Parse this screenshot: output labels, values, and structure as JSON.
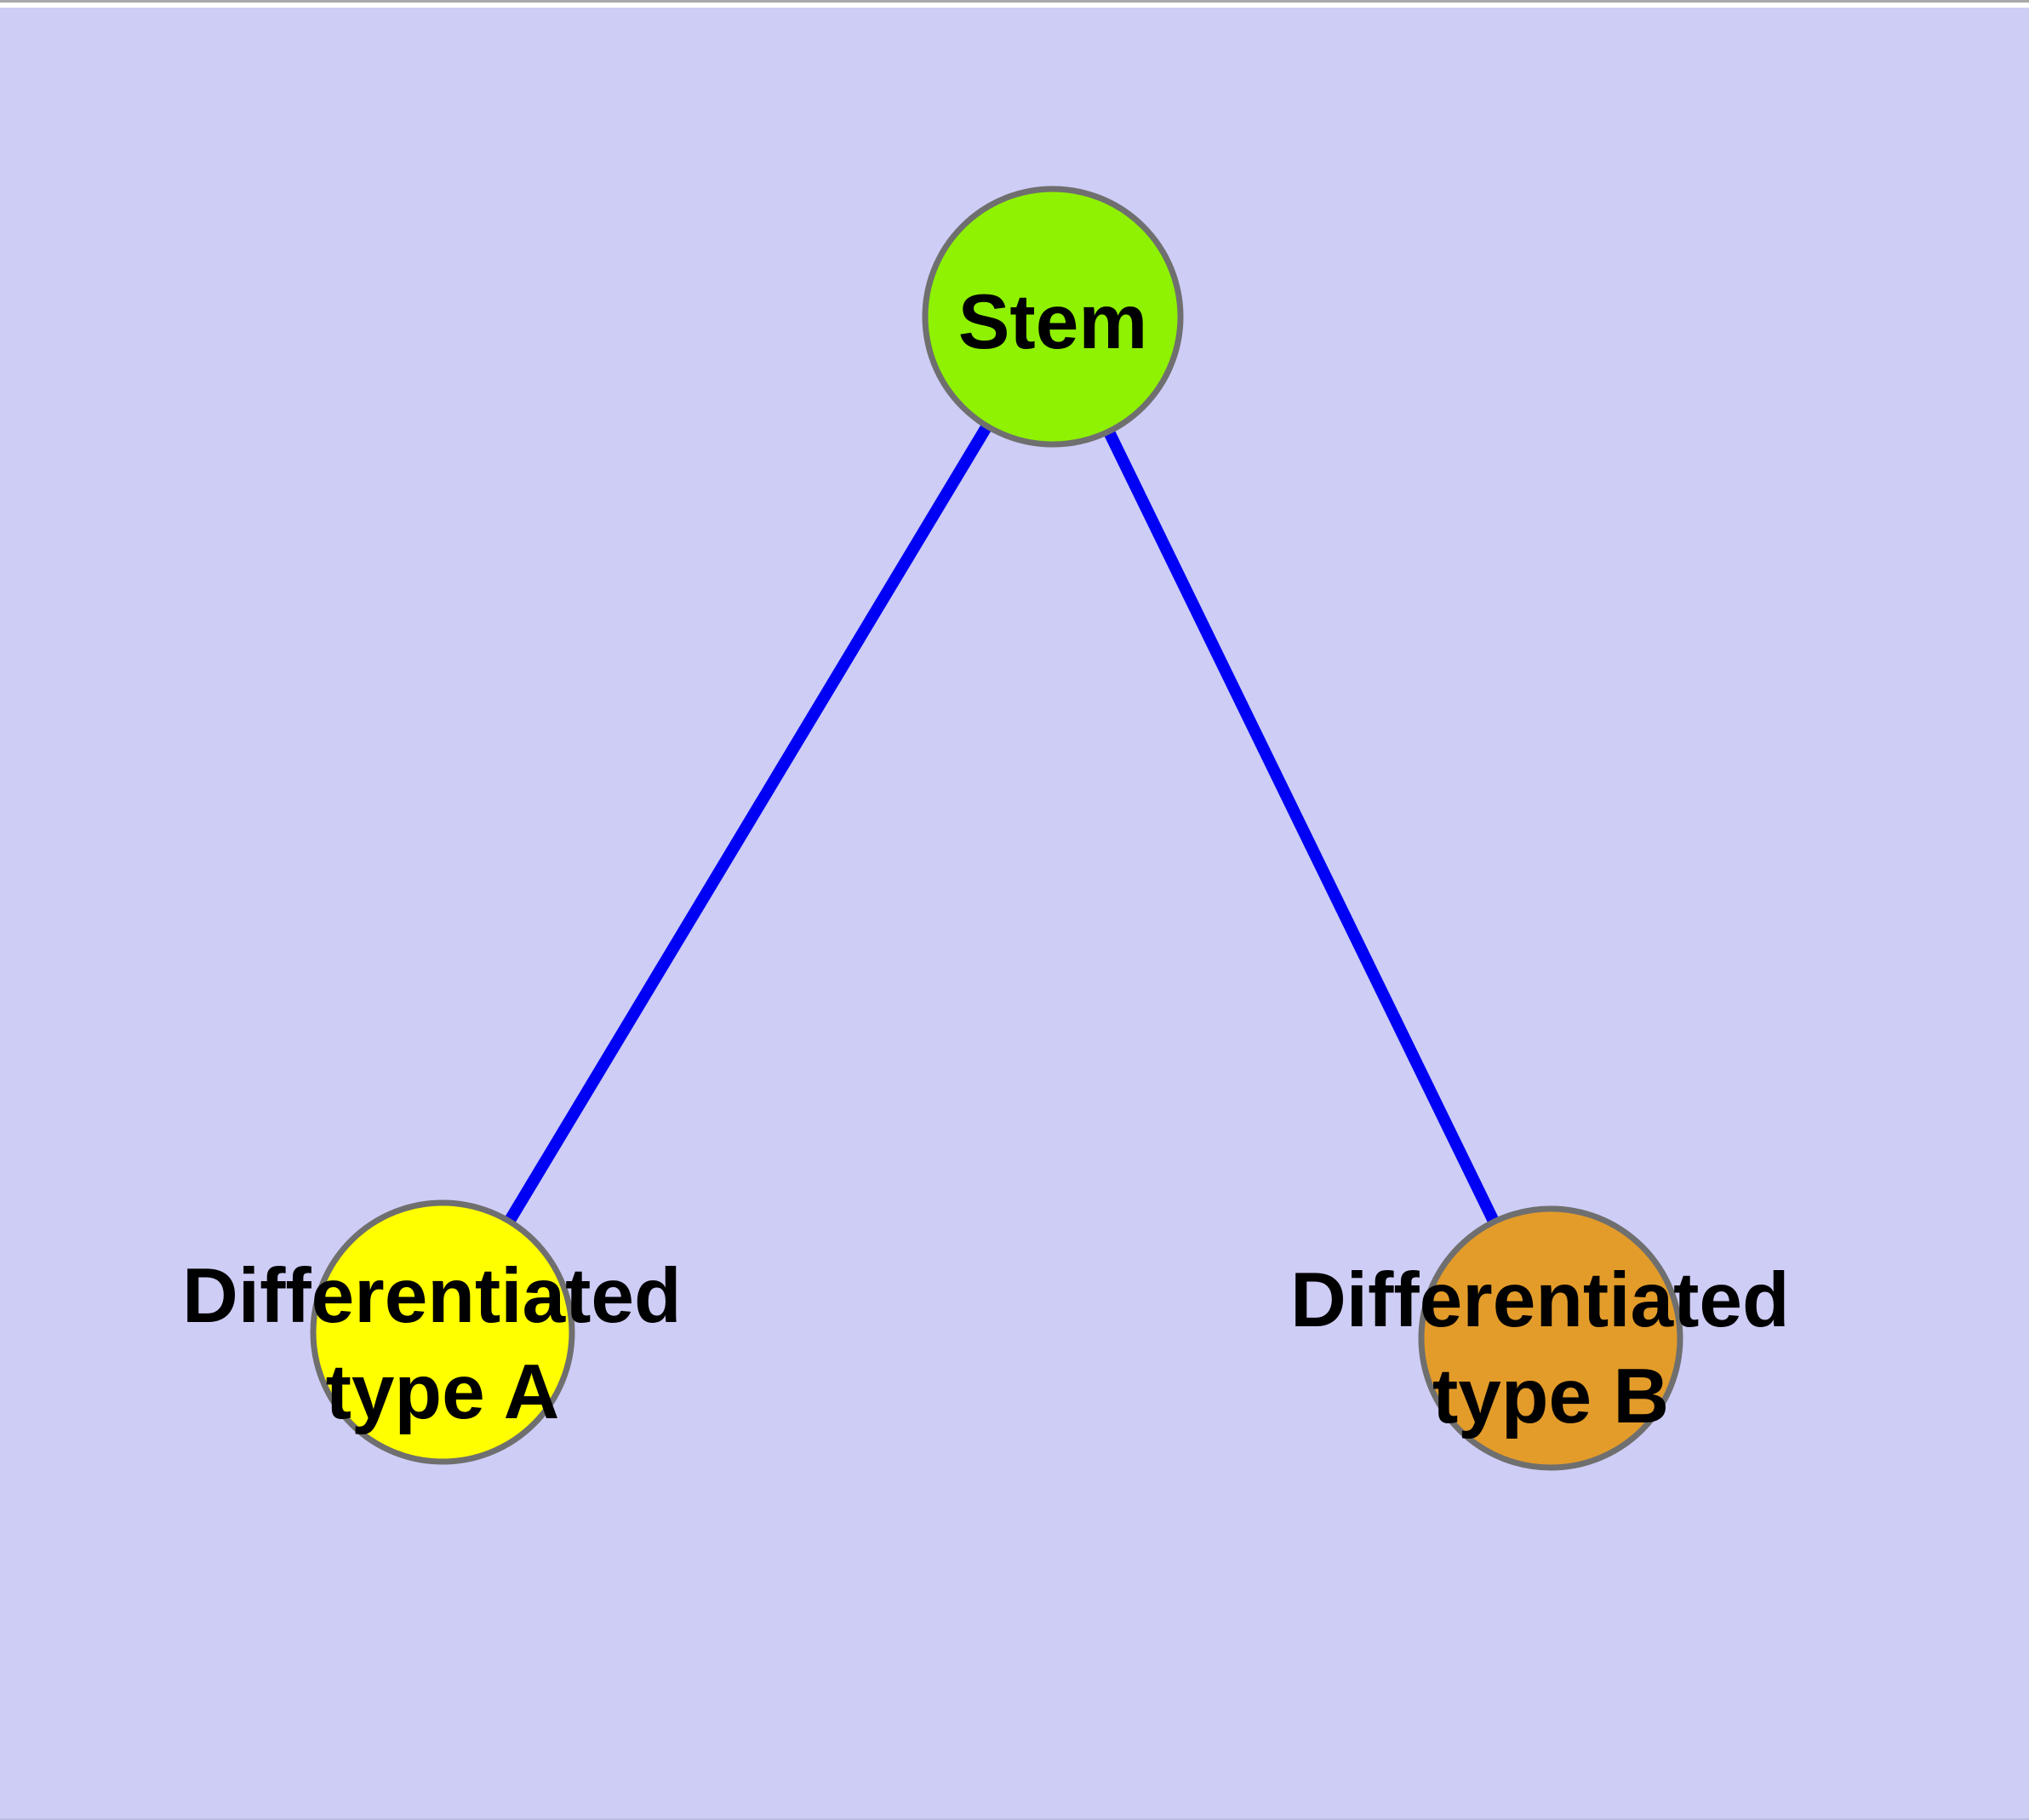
{
  "diagram": {
    "background_color": "#CDCDF6",
    "top_strip_color": "#FFFFFF",
    "top_hairline_color": "#A9A9A9",
    "bottom_hairline_color": "#BDBDE3",
    "edge_color": "#0000F5",
    "node_border_color": "#6F6F6F",
    "label_color": "#000000",
    "nodes": [
      {
        "id": "stem",
        "label": "Stem",
        "fill": "#8EF202"
      },
      {
        "id": "differentiated-type-a",
        "label_line1": "Differentiated",
        "label_line2": "type A",
        "fill": "#FFFF00"
      },
      {
        "id": "differentiated-type-b",
        "label_line1": "Differentiated",
        "label_line2": "type B",
        "fill": "#E39C2A"
      }
    ],
    "edges": [
      {
        "from": "stem",
        "to": "differentiated-type-a"
      },
      {
        "from": "stem",
        "to": "differentiated-type-b"
      }
    ]
  }
}
